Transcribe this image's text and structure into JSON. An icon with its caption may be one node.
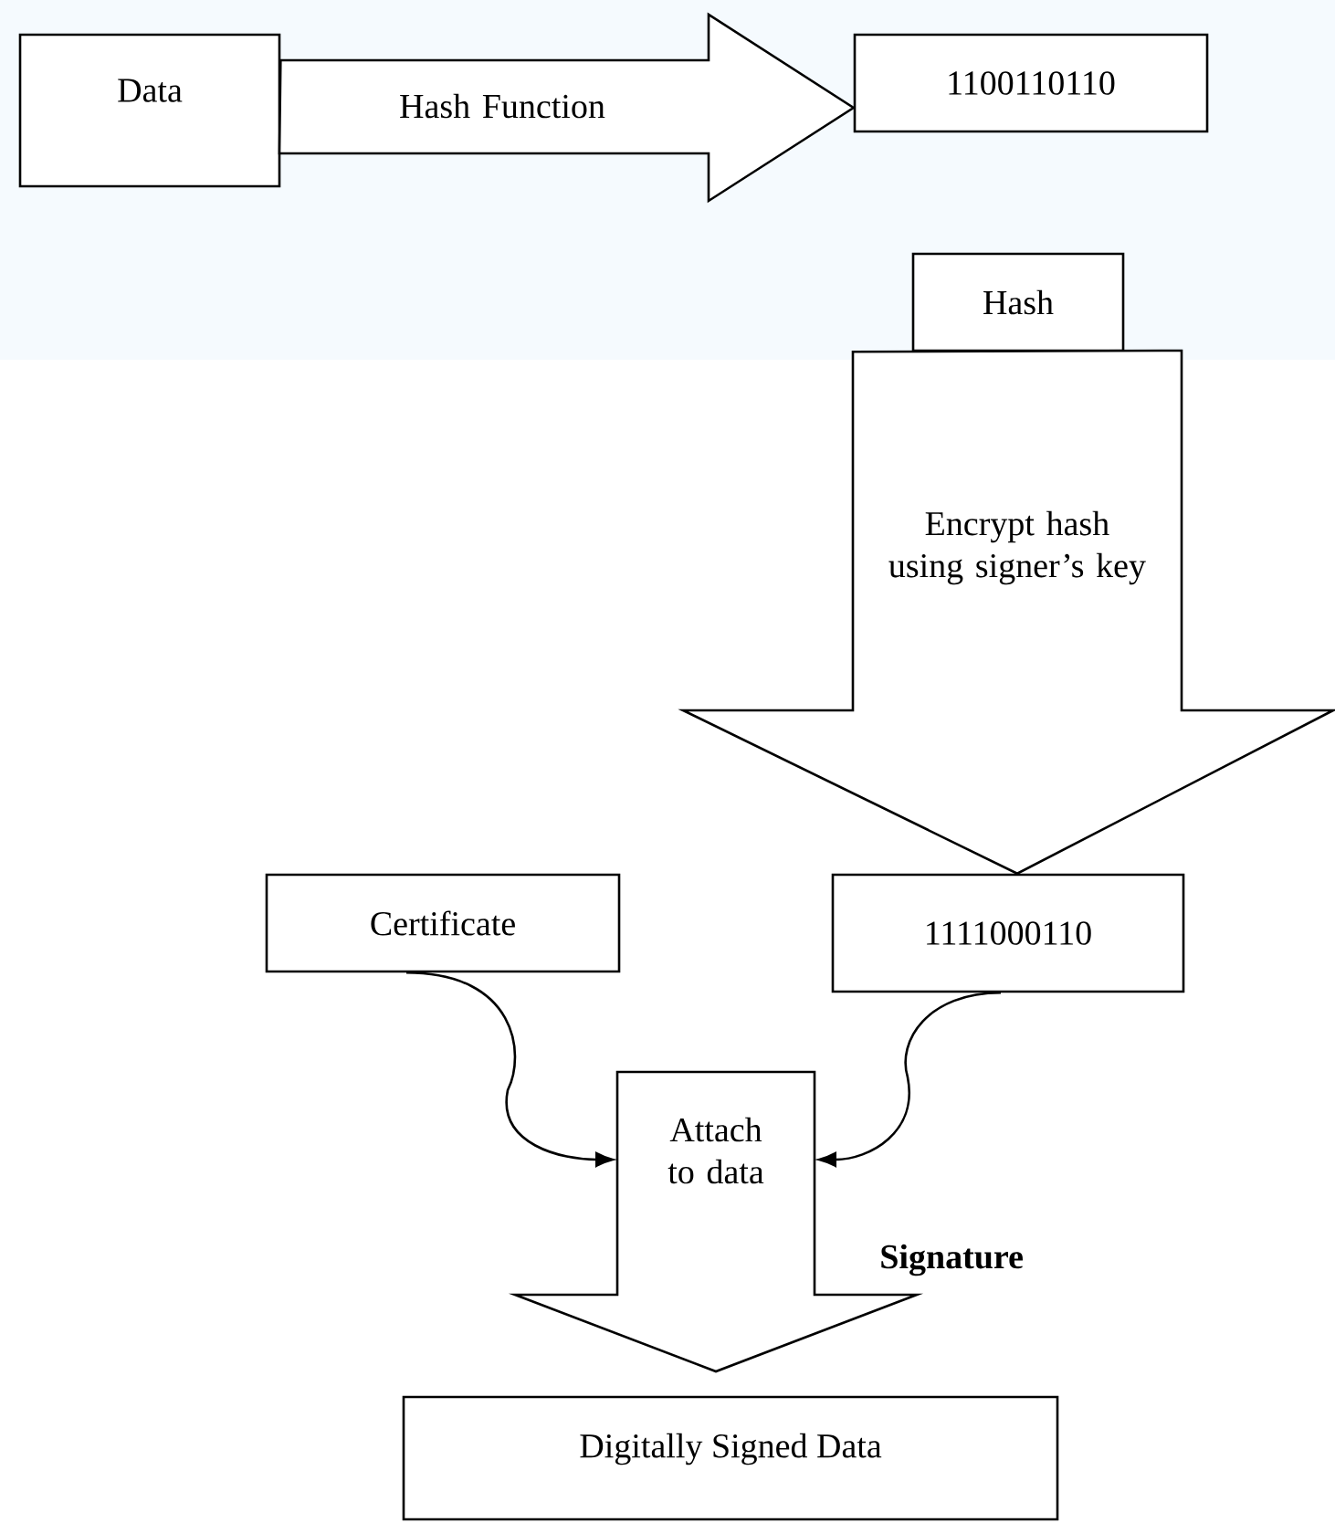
{
  "diagram": {
    "nodes": [
      {
        "text": [
          "Data"
        ]
      },
      {
        "text": [
          "1100110110"
        ]
      },
      {
        "text": [
          "Hash"
        ]
      },
      {
        "text": [
          "Certificate"
        ]
      },
      {
        "text": [
          "1111000110"
        ]
      },
      {
        "text": [
          "Attach to data"
        ],
        "beside": [
          "Signature"
        ]
      },
      {
        "text": [
          "Digitally Signed Data"
        ]
      }
    ],
    "edges": [
      {
        "from": 0,
        "to": 1,
        "arrow": "to",
        "label": "Hash Function"
      },
      {
        "from": 2,
        "to": 4,
        "arrow": "to",
        "label": "Encrypt hash using signer’s key"
      },
      {
        "from": 3,
        "to": 5,
        "arrow": "to"
      },
      {
        "from": 4,
        "to": 5,
        "arrow": "to"
      }
    ]
  }
}
